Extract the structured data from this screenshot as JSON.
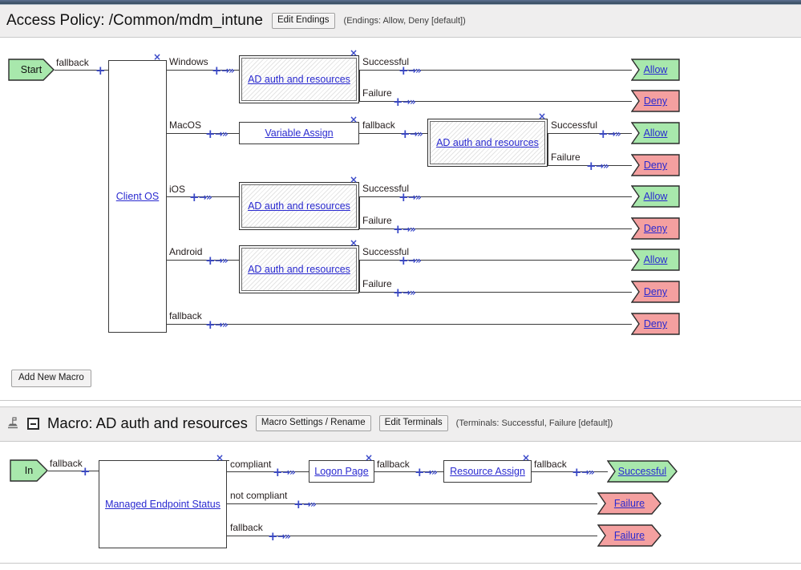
{
  "window": {
    "accent_bar_color": "#44586f"
  },
  "header": {
    "title": "Access Policy: /Common/mdm_intune",
    "edit_endings_label": "Edit Endings",
    "endings_note": "(Endings: Allow, Deny [default])"
  },
  "colors": {
    "allow_green": "#a8e8ac",
    "deny_red": "#f4a0a0",
    "link_blue": "#2a2ad0",
    "control_blue": "#3a49c8",
    "line": "#3a3a3a",
    "band": "#efeeee"
  },
  "policy": {
    "start_node": {
      "label": "Start",
      "type": "start"
    },
    "start_branch_label": "fallback",
    "client_os": {
      "label": "Client OS",
      "type": "agent"
    },
    "branches": [
      {
        "label": "Windows",
        "node": {
          "label": "AD auth and resources",
          "type": "macro"
        },
        "outputs": [
          {
            "label": "Successful",
            "ending": {
              "label": "Allow",
              "kind": "allow"
            }
          },
          {
            "label": "Failure",
            "ending": {
              "label": "Deny",
              "kind": "deny"
            }
          }
        ]
      },
      {
        "label": "MacOS",
        "node": {
          "label": "Variable Assign",
          "type": "agent"
        },
        "mid_label": "fallback",
        "node2": {
          "label": "AD auth and resources",
          "type": "macro"
        },
        "outputs": [
          {
            "label": "Successful",
            "ending": {
              "label": "Allow",
              "kind": "allow"
            }
          },
          {
            "label": "Failure",
            "ending": {
              "label": "Deny",
              "kind": "deny"
            }
          }
        ]
      },
      {
        "label": "iOS",
        "node": {
          "label": "AD auth and resources",
          "type": "macro"
        },
        "outputs": [
          {
            "label": "Successful",
            "ending": {
              "label": "Allow",
              "kind": "allow"
            }
          },
          {
            "label": "Failure",
            "ending": {
              "label": "Deny",
              "kind": "deny"
            }
          }
        ]
      },
      {
        "label": "Android",
        "node": {
          "label": "AD auth and resources",
          "type": "macro"
        },
        "outputs": [
          {
            "label": "Successful",
            "ending": {
              "label": "Allow",
              "kind": "allow"
            }
          },
          {
            "label": "Failure",
            "ending": {
              "label": "Deny",
              "kind": "deny"
            }
          }
        ]
      },
      {
        "label": "fallback",
        "node": null,
        "outputs": [
          {
            "label": "",
            "ending": {
              "label": "Deny",
              "kind": "deny"
            }
          }
        ]
      }
    ],
    "add_new_macro_label": "Add New Macro"
  },
  "macro": {
    "title": "Macro: AD auth and resources",
    "settings_button": "Macro Settings / Rename",
    "edit_terminals_button": "Edit Terminals",
    "terminals_note": "(Terminals: Successful, Failure [default])",
    "in_node": {
      "label": "In",
      "type": "start"
    },
    "in_branch_label": "fallback",
    "first_node": {
      "label": "Managed Endpoint Status",
      "type": "agent"
    },
    "branches": [
      {
        "label": "compliant",
        "node": {
          "label": "Logon Page",
          "type": "agent"
        },
        "mid_label": "fallback",
        "node2": {
          "label": "Resource Assign",
          "type": "agent"
        },
        "end_label": "fallback",
        "ending": {
          "label": "Successful",
          "kind": "allow"
        }
      },
      {
        "label": "not compliant",
        "ending": {
          "label": "Failure",
          "kind": "deny"
        }
      },
      {
        "label": "fallback",
        "ending": {
          "label": "Failure",
          "kind": "deny"
        }
      }
    ]
  },
  "icons": {
    "delete": "×",
    "plus": "+",
    "insert_arrow": "→»",
    "collapse": "minus-box-icon",
    "drag": "drag-handle-icon"
  }
}
